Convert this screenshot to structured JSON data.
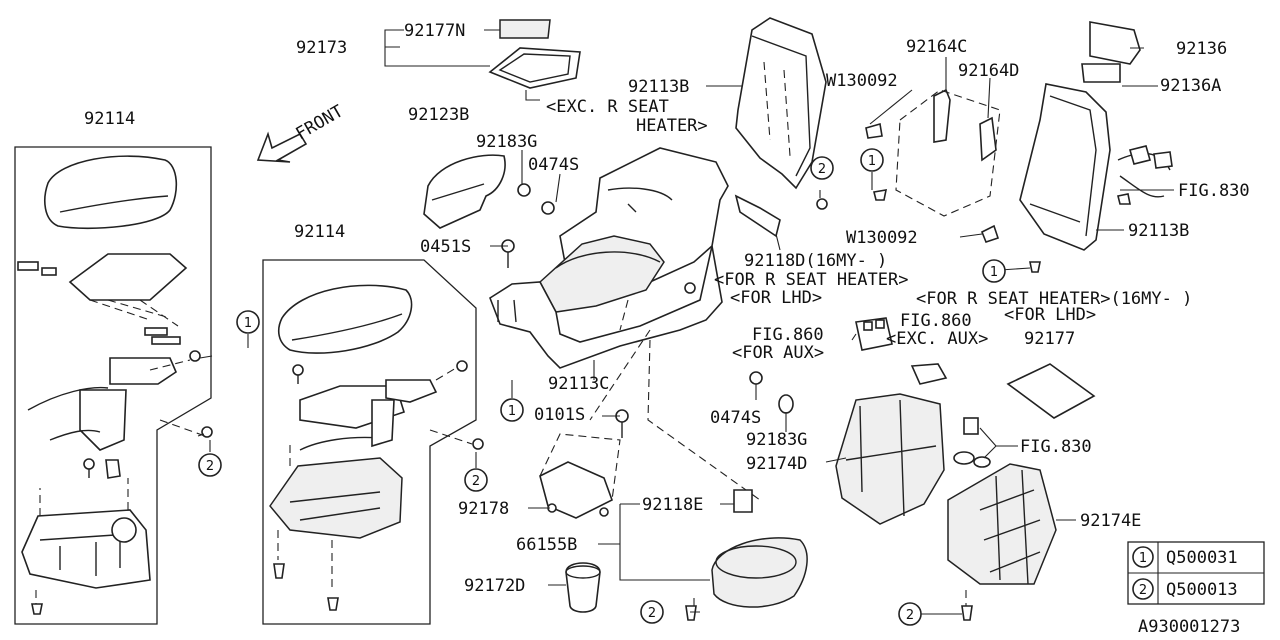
{
  "diagram": {
    "labels": {
      "p92177N": "92177N",
      "p92173": "92173",
      "p92114_left": "92114",
      "p92114_mid": "92114",
      "front": "FRONT",
      "p92123B": "92123B",
      "p92183G_top": "92183G",
      "p0474S_top": "0474S",
      "p92113B_top": "92113B",
      "exc_r_seat_1": "<EXC. R SEAT",
      "exc_r_seat_2": "HEATER>",
      "pW130092_top": "W130092",
      "p92164C": "92164C",
      "p92164D": "92164D",
      "p92136": "92136",
      "p92136A": "92136A",
      "fig830_top": "FIG.830",
      "pW130092_bot": "W130092",
      "p92113B_right": "92113B",
      "p0451S": "0451S",
      "p92118D": "92118D(16MY-  )",
      "for_r_seat_heater": "<FOR R SEAT HEATER>",
      "for_lhd_1": "<FOR LHD>",
      "for_r_seat_heater_16": "<FOR R SEAT HEATER>(16MY-  )",
      "for_lhd_2": "<FOR LHD>",
      "fig860_a": "FIG.860",
      "for_aux": "<FOR AUX>",
      "fig860_b": "FIG.860",
      "exc_aux": "<EXC. AUX>",
      "p92177": "92177",
      "p92113C": "92113C",
      "p0101S": "0101S",
      "p0474S_bot": "0474S",
      "p92183G_bot": "92183G",
      "p92174D": "92174D",
      "fig830_bot": "FIG.830",
      "p92178": "92178",
      "p92118E": "92118E",
      "p66155B": "66155B",
      "p92172D": "92172D",
      "p92174E": "92174E",
      "diagram_id": "A930001273"
    },
    "callout_numbers": {
      "one": "1",
      "two": "2"
    },
    "legend": [
      {
        "num": "1",
        "part": "Q500031"
      },
      {
        "num": "2",
        "part": "Q500013"
      }
    ]
  }
}
